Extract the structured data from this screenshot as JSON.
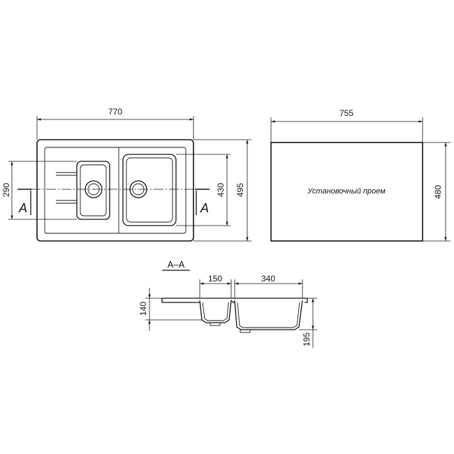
{
  "top_view": {
    "dims": {
      "width": "770",
      "height": "495",
      "small_bowl_height": "290",
      "large_bowl_height": "430"
    },
    "section_mark_left": "A",
    "section_mark_right": "A"
  },
  "cutout_view": {
    "dims": {
      "width": "755",
      "height": "480"
    },
    "label": "Установочный проем"
  },
  "section_view": {
    "title": "A–A",
    "dims": {
      "small_bowl_width": "150",
      "large_bowl_width": "340",
      "small_bowl_depth": "140",
      "large_bowl_depth": "195"
    }
  }
}
